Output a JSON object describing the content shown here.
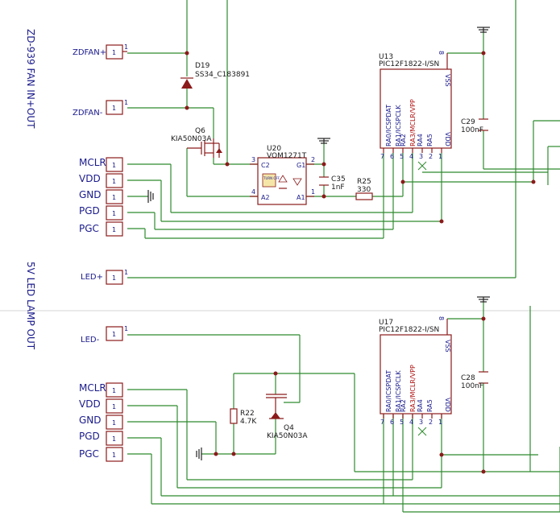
{
  "sections": {
    "fan_title": "ZD-939 FAN IN+OUT",
    "led_title": "5V LED LAMP OUT"
  },
  "connectors": {
    "zdfan_plus": "ZDFAN+",
    "zdfan_minus": "ZDFAN-",
    "mclr": "MCLR",
    "vdd": "VDD",
    "gnd": "GND",
    "pgd": "PGD",
    "pgc": "PGC",
    "led_plus": "LED+",
    "led_minus": "LED-",
    "pin1": "1"
  },
  "parts": {
    "d19_ref": "D19",
    "d19_val": "SS34_C183891",
    "q6_ref": "Q6",
    "q6_val": "KIA50N03A",
    "u20_ref": "U20",
    "u20_val": "VOM1271T",
    "c35_ref": "C35",
    "c35_val": "1nF",
    "r25_ref": "R25",
    "r25_val": "330",
    "u13_ref": "U13",
    "u13_val": "PIC12F1822-I/SN",
    "c29_ref": "C29",
    "c29_val": "100nF",
    "u17_ref": "U17",
    "u17_val": "PIC12F1822-I/SN",
    "c28_ref": "C28",
    "c28_val": "100nF",
    "r22_ref": "R22",
    "r22_val": "4.7K",
    "q4_ref": "Q4",
    "q4_val": "KIA50N03A"
  },
  "u20_pins": {
    "c2": "C2",
    "g1": "G1",
    "a2": "A2",
    "a1": "A1",
    "p3": "3",
    "p4": "4",
    "p2": "2",
    "p1": "1",
    "turnoff": "TURN OFF"
  },
  "pic_pins": {
    "vss": "VSS",
    "vdd": "VDD",
    "ra0": "RA0/ICSPDAT",
    "ra1": "RA1/ICSPCLK",
    "ra2": "RA2",
    "ra3": "RA3/MCLR/VPP",
    "ra4": "RA4",
    "ra5": "RA5",
    "n7": "7",
    "n6": "6",
    "n5": "5",
    "n4": "4",
    "n3": "3",
    "n2": "2",
    "n1": "1",
    "n8": "8"
  }
}
